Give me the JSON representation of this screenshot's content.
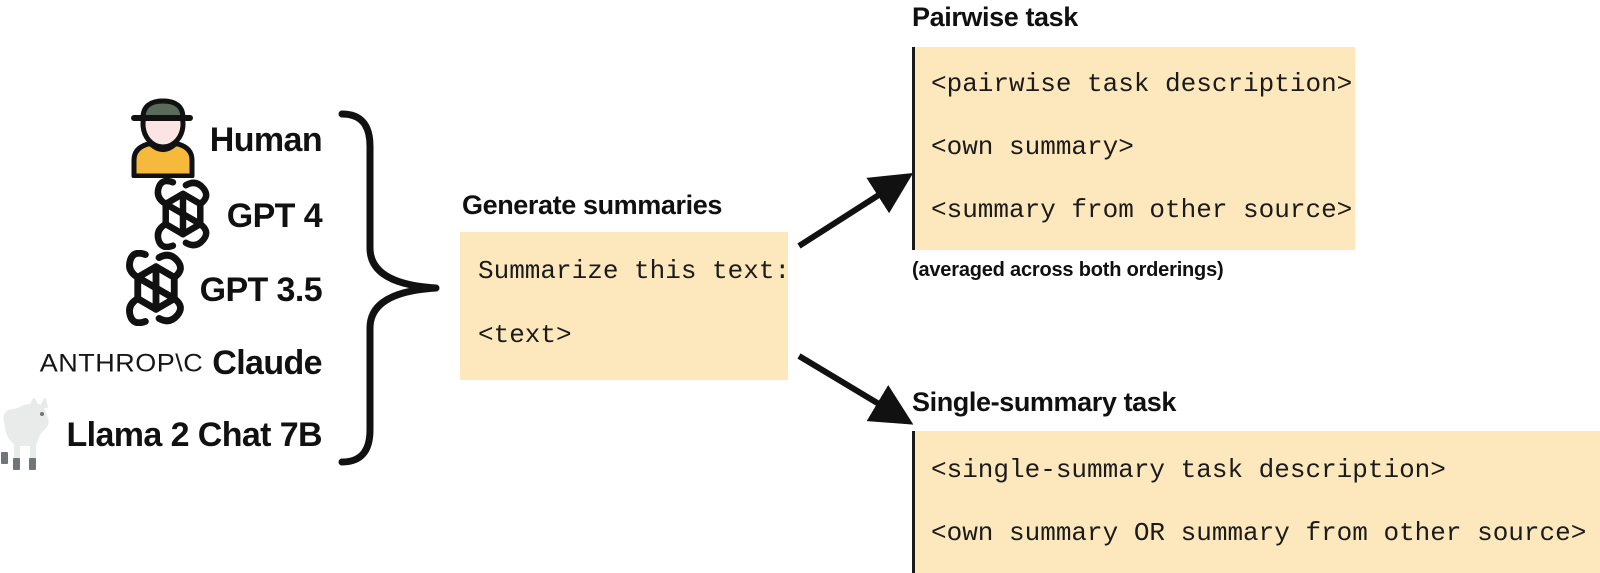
{
  "sources": {
    "items": [
      {
        "label": "Human",
        "icon": "human-avatar-icon"
      },
      {
        "label": "GPT 4",
        "icon": "openai-logo-icon"
      },
      {
        "label": "GPT 3.5",
        "icon": "openai-logo-icon"
      },
      {
        "label": "Claude",
        "icon": "anthropic-logo-icon",
        "wordmark": "ANTHROP\\C"
      },
      {
        "label": "Llama 2 Chat 7B",
        "icon": "llama-icon"
      }
    ]
  },
  "generate": {
    "heading": "Generate summaries",
    "lines": [
      "Summarize this text:",
      "<text>"
    ]
  },
  "pairwise": {
    "heading": "Pairwise task",
    "lines": [
      "<pairwise task description>",
      "<own summary>",
      "<summary from other source>"
    ],
    "note": "(averaged across both orderings)"
  },
  "single": {
    "heading": "Single-summary task",
    "lines": [
      "<single-summary task description>",
      "<own summary OR summary from other source>"
    ]
  },
  "colors": {
    "box_fill": "#fce8bc",
    "ink": "#1b1b1b",
    "human_shirt": "#f6b93c",
    "human_cap": "#5a6b5c",
    "human_face": "#fbe4e4",
    "llama_body": "#e9eaea",
    "llama_hoof": "#6f7578"
  }
}
